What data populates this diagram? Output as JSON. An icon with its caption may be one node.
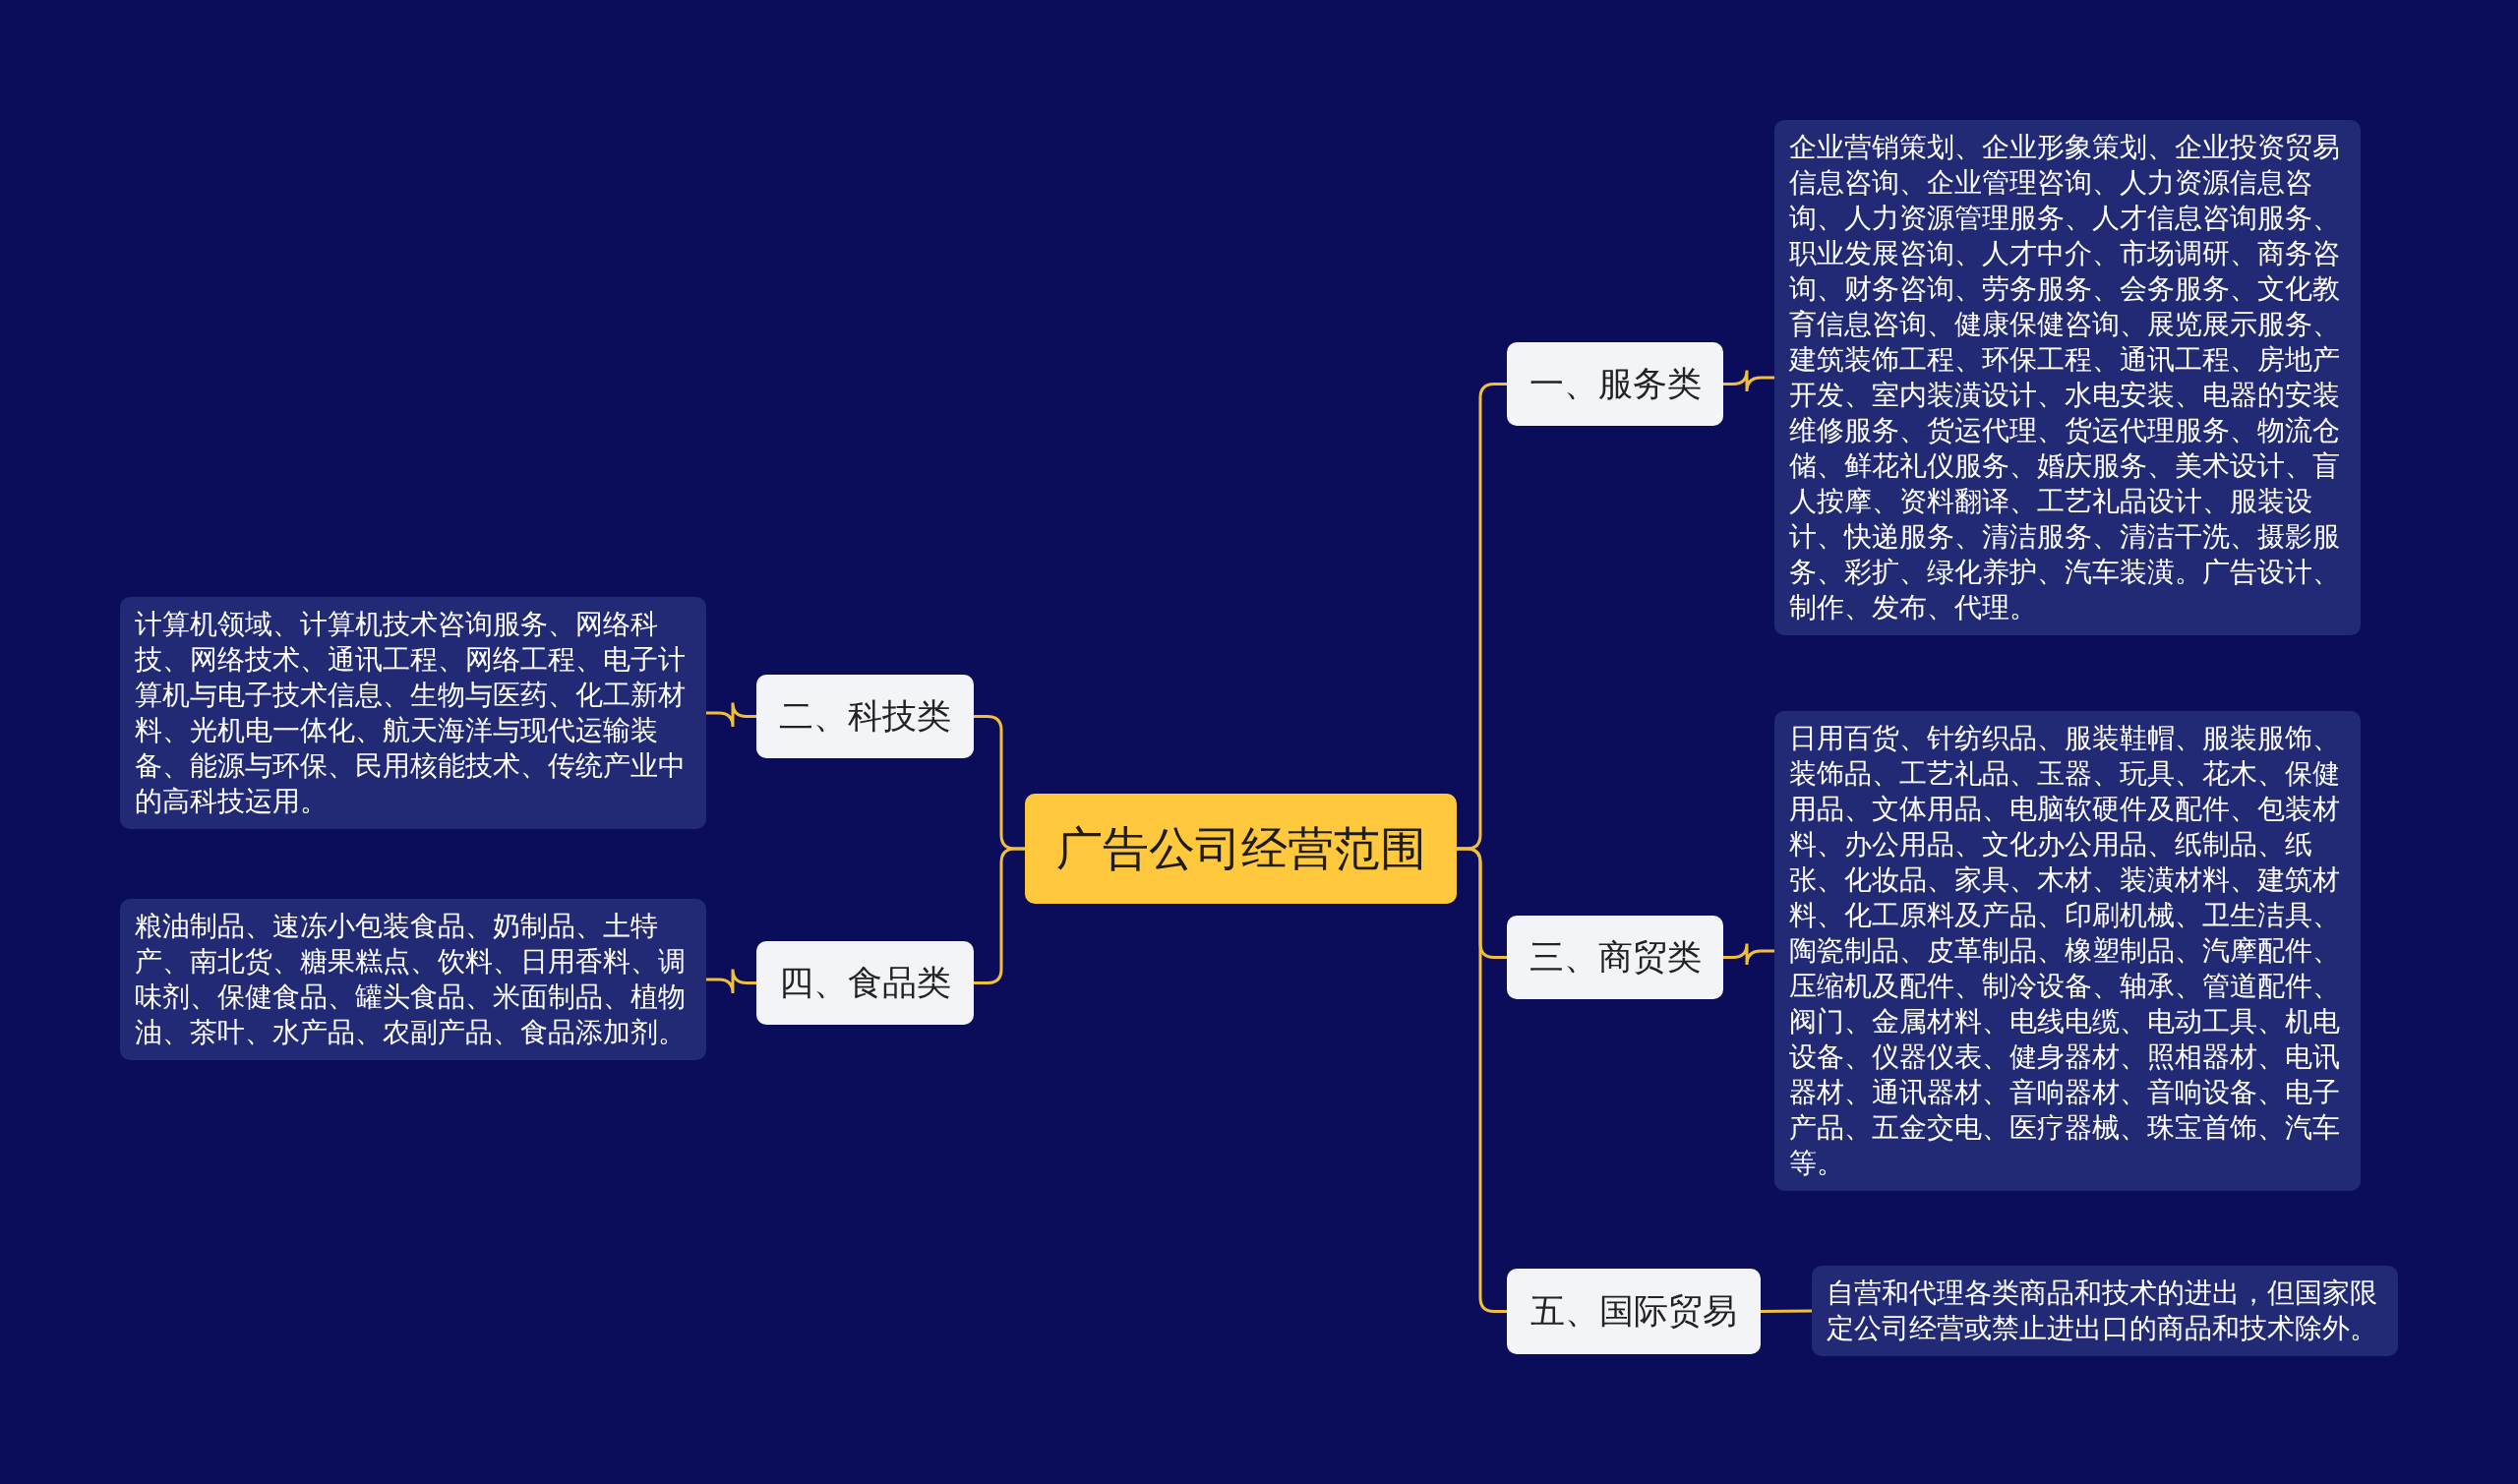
{
  "diagram": {
    "nodes": [
      {
        "text": [
          "广告公司经营范围"
        ]
      },
      {
        "text": [
          "二、科技类"
        ]
      },
      {
        "text": [
          "计算机领域、计算机技术咨询服务、网络科技、网络技术、通讯工程、网络工程、电子计算机与电子技术信息、生物与医药、化工新材料、光机电一体化、航天海洋与现代运输装备、能源与环保、民用核能技术、传统产业中的高科技运用。"
        ]
      },
      {
        "text": [
          "四、食品类"
        ]
      },
      {
        "text": [
          "粮油制品、速冻小包装食品、奶制品、土特产、南北货、糖果糕点、饮料、日用香料、调味剂、保健食品、罐头食品、米面制品、植物油、茶叶、水产品、农副产品、食品添加剂。"
        ]
      },
      {
        "text": [
          "一、服务类"
        ]
      },
      {
        "text": [
          "企业营销策划、企业形象策划、企业投资贸易信息咨询、企业管理咨询、人力资源信息咨询、人力资源管理服务、人才信息咨询服务、职业发展咨询、人才中介、市场调研、商务咨询、财务咨询、劳务服务、会务服务、文化教育信息咨询、健康保健咨询、展览展示服务、建筑装饰工程、环保工程、通讯工程、房地产开发、室内装潢设计、水电安装、电器的安装维修服务、货运代理、货运代理服务、物流仓储、鲜花礼仪服务、婚庆服务、美术设计、盲人按摩、资料翻译、工艺礼品设计、服装设计、快递服务、清洁服务、清洁干洗、摄影服务、彩扩、绿化养护、汽车装潢。广告设计、制作、发布、代理。"
        ]
      },
      {
        "text": [
          "三、商贸类"
        ]
      },
      {
        "text": [
          "日用百货、针纺织品、服装鞋帽、服装服饰、装饰品、工艺礼品、玉器、玩具、花木、保健用品、文体用品、电脑软硬件及配件、包装材料、办公用品、文化办公用品、纸制品、纸张、化妆品、家具、木材、装潢材料、建筑材料、化工原料及产品、印刷机械、卫生洁具、陶瓷制品、皮革制品、橡塑制品、汽摩配件、压缩机及配件、制冷设备、轴承、管道配件、阀门、金属材料、电线电缆、电动工具、机电设备、仪器仪表、健身器材、照相器材、电讯器材、通讯器材、音响器材、音响设备、电子产品、五金交电、医疗器械、珠宝首饰、汽车等。"
        ]
      },
      {
        "text": [
          "五、国际贸易"
        ]
      },
      {
        "text": [
          "自营和代理各类商品和技术的进出，但国家限定公司经营或禁止进出口的商品和技术除外。"
        ]
      }
    ],
    "edges": [
      {
        "from": 0,
        "to": 1,
        "arrow": "none"
      },
      {
        "from": 1,
        "to": 2,
        "arrow": "none"
      },
      {
        "from": 0,
        "to": 3,
        "arrow": "none"
      },
      {
        "from": 3,
        "to": 4,
        "arrow": "none"
      },
      {
        "from": 0,
        "to": 5,
        "arrow": "none"
      },
      {
        "from": 5,
        "to": 6,
        "arrow": "none"
      },
      {
        "from": 0,
        "to": 7,
        "arrow": "none"
      },
      {
        "from": 7,
        "to": 8,
        "arrow": "none"
      },
      {
        "from": 0,
        "to": 9,
        "arrow": "none"
      },
      {
        "from": 9,
        "to": 10,
        "arrow": "none"
      }
    ]
  }
}
